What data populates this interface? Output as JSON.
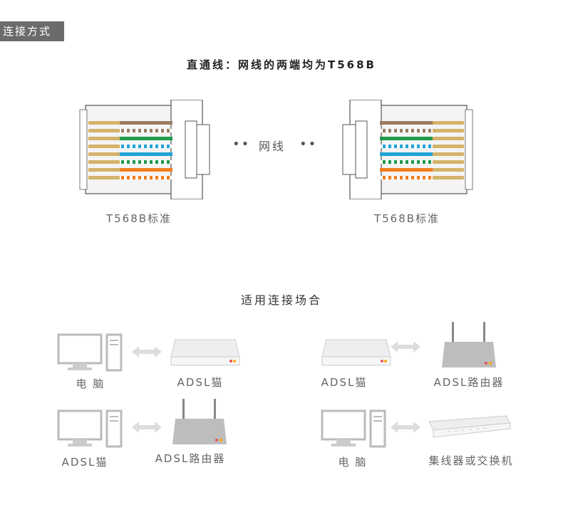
{
  "section_tab": "连接方式",
  "title": "直通线：网线的两端均为T568B",
  "cable": {
    "left_label": "T568B标准",
    "right_label": "T568B标准",
    "middle_label": "网线",
    "dots": "••"
  },
  "scenarios_title": "适用连接场合",
  "scenarios": [
    {
      "left": "电  脑",
      "right": "ADSL猫"
    },
    {
      "left": "ADSL猫",
      "right": "ADSL路由器"
    },
    {
      "left": "ADSL猫",
      "right": "ADSL路由器"
    },
    {
      "left": "电  脑",
      "right": "集线器或交换机"
    }
  ],
  "colors": {
    "orange": "#f07d1d",
    "green": "#1d9a4a",
    "blue": "#1fa3d8",
    "brown": "#9a7c62",
    "gold": "#d4b36a"
  }
}
